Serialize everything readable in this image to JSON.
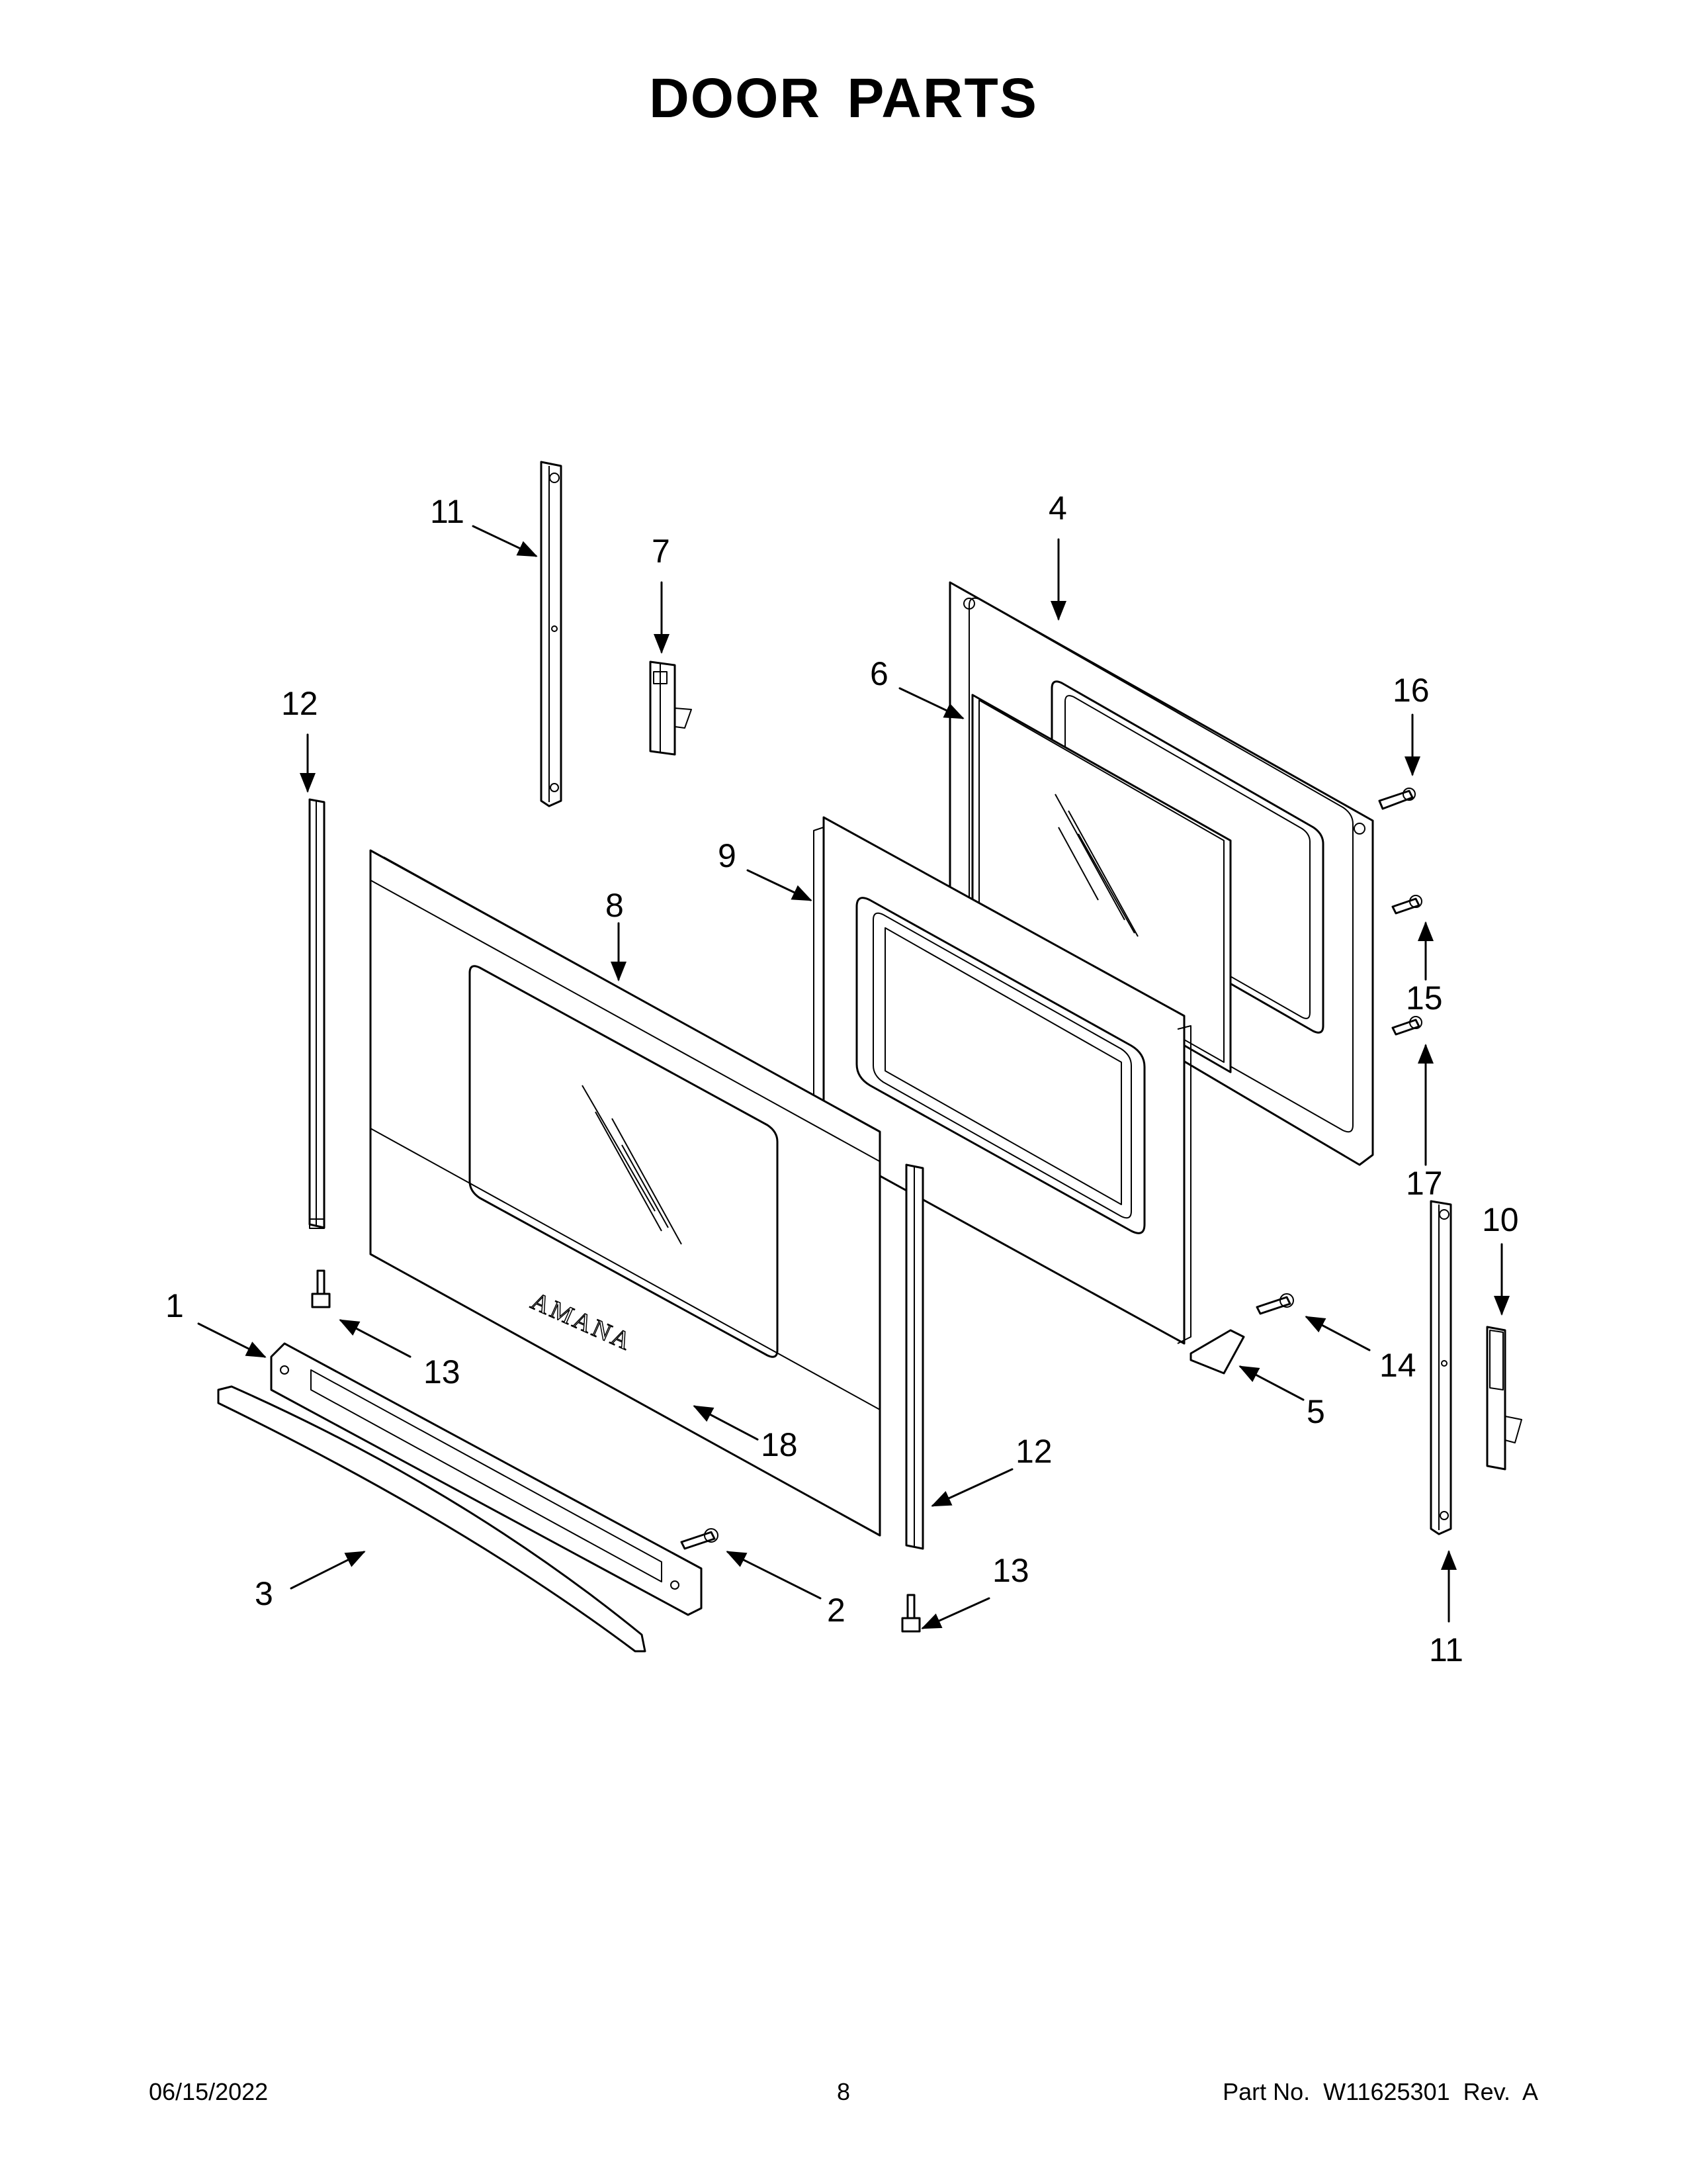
{
  "page": {
    "title": "DOOR PARTS",
    "footer": {
      "date": "06/15/2022",
      "page_number": "8",
      "part_info": "Part No.  W11625301  Rev.  A"
    }
  },
  "diagram": {
    "brand_text": "AMANA",
    "callouts": [
      "11",
      "7",
      "4",
      "6",
      "16",
      "12",
      "9",
      "15",
      "8",
      "17",
      "10",
      "1",
      "13",
      "14",
      "5",
      "18",
      "12",
      "3",
      "2",
      "13",
      "11"
    ]
  }
}
